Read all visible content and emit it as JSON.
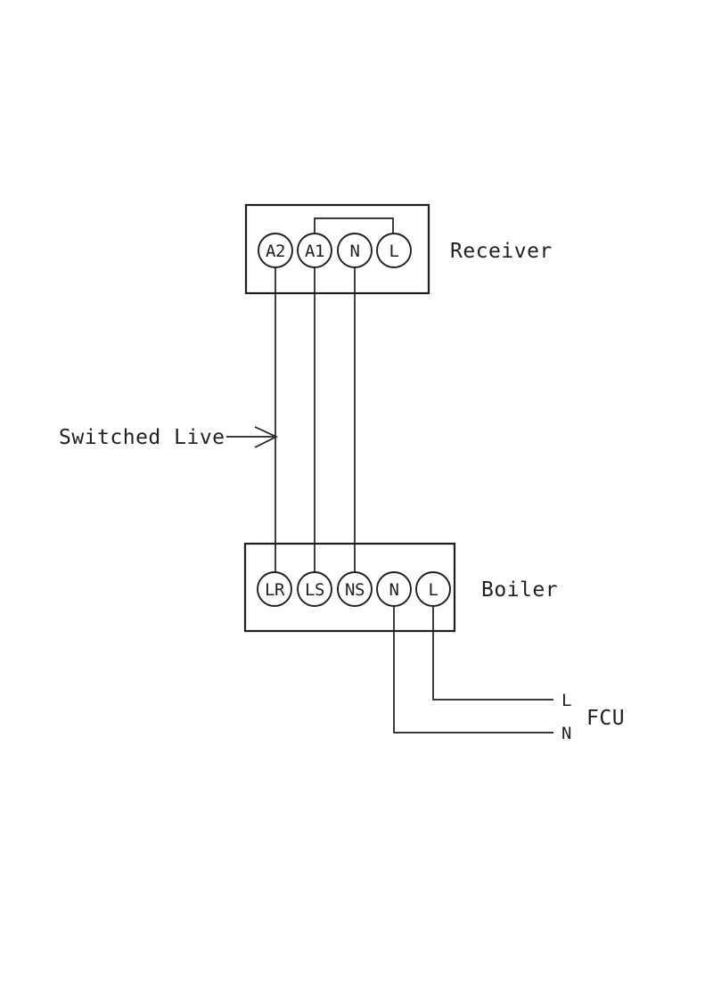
{
  "colors": {
    "line": "#1f1f1f",
    "background": "#ffffff"
  },
  "receiver": {
    "label": "Receiver",
    "terminals": [
      {
        "label": "A2"
      },
      {
        "label": "A1"
      },
      {
        "label": "N"
      },
      {
        "label": "L"
      }
    ]
  },
  "boiler": {
    "label": "Boiler",
    "terminals": [
      {
        "label": "LR"
      },
      {
        "label": "LS"
      },
      {
        "label": "NS"
      },
      {
        "label": "N"
      },
      {
        "label": "L"
      }
    ]
  },
  "annotations": {
    "switched_live": {
      "label": "Switched Live"
    },
    "fcu": {
      "label": "FCU",
      "live": "L",
      "neutral": "N"
    }
  }
}
